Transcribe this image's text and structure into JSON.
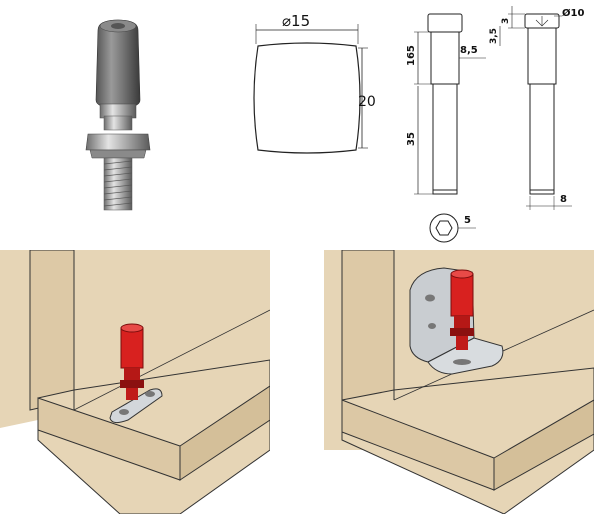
{
  "cap_drawing": {
    "diameter_label": "⌀15",
    "height_label": "20"
  },
  "pin_drawing": {
    "dim_165": "165",
    "dim_8_5": "8,5",
    "dim_35": "35",
    "dim_3": "3",
    "dim_3_5": "3,5",
    "dim_diam10": "Ø10",
    "dim_8": "8",
    "hex_label": "5"
  },
  "scenes": [
    {
      "name": "pin-on-flat-plate"
    },
    {
      "name": "pin-on-angle-bracket"
    }
  ],
  "colors": {
    "wood": "#e6d5b6",
    "accent_red": "#d8211f",
    "metal": "#c9cdd1",
    "line": "#222222"
  }
}
